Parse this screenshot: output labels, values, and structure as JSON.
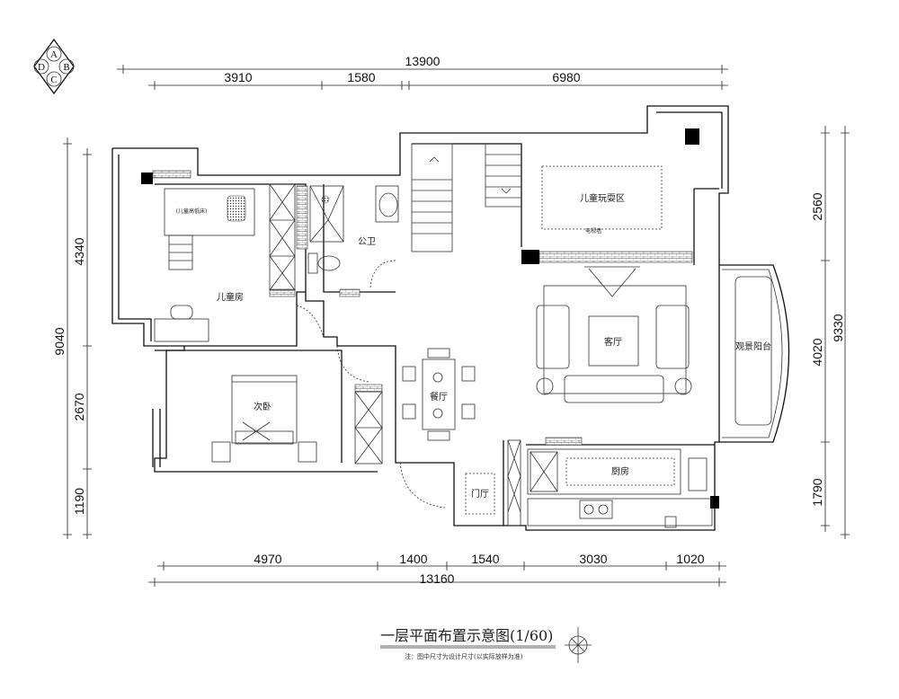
{
  "logo": {
    "letters": [
      "A",
      "B",
      "C",
      "D"
    ]
  },
  "dimensions": {
    "top_total": "13900",
    "top_segments": [
      "3910",
      "1580",
      "6980"
    ],
    "bottom_segments": [
      "4970",
      "1400",
      "1540",
      "3030",
      "1020"
    ],
    "bottom_total": "13160",
    "left_total": "9040",
    "left_segments": [
      "4340",
      "2670",
      "1190"
    ],
    "right_total": "9330",
    "right_segments": [
      "2560",
      "4020",
      "1790"
    ]
  },
  "rooms": {
    "kids_room": "儿童房",
    "kids_bed": "(儿童高低床)",
    "public_bath": "公卫",
    "second_bedroom": "次卧",
    "dining": "餐厅",
    "living": "客厅",
    "kids_play": "儿童玩耍区",
    "tv_wall": "电视墙",
    "balcony": "观景阳台",
    "kitchen": "厨房",
    "foyer": "门厅"
  },
  "title": {
    "main": "一层平面布置示意图(1/60)",
    "note": "注：图中尺寸为设计尺寸(以实际放样为准)"
  }
}
